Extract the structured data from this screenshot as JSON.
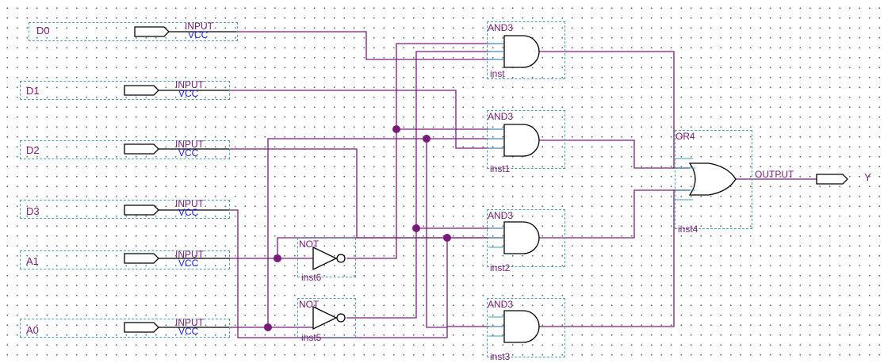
{
  "input_pins": [
    {
      "name": "D0",
      "type": "INPUT",
      "default": "VCC"
    },
    {
      "name": "D1",
      "type": "INPUT",
      "default": "VCC"
    },
    {
      "name": "D2",
      "type": "INPUT",
      "default": "VCC"
    },
    {
      "name": "D3",
      "type": "INPUT",
      "default": "VCC"
    },
    {
      "name": "A1",
      "type": "INPUT",
      "default": "VCC"
    },
    {
      "name": "A0",
      "type": "INPUT",
      "default": "VCC"
    }
  ],
  "and_gates": [
    {
      "type": "AND3",
      "inst": "inst"
    },
    {
      "type": "AND3",
      "inst": "inst1"
    },
    {
      "type": "AND3",
      "inst": "inst2"
    },
    {
      "type": "AND3",
      "inst": "inst3"
    }
  ],
  "not_gates": [
    {
      "type": "NOT",
      "inst": "inst6"
    },
    {
      "type": "NOT",
      "inst": "inst5"
    }
  ],
  "or_gate": {
    "type": "OR4",
    "inst": "inst4"
  },
  "output_pin": {
    "type": "OUTPUT",
    "name": "Y"
  },
  "colors": {
    "wire": "#7a1a7a",
    "pin_label": "#1a1ae6",
    "box_border": "#4aa3b5",
    "pin_stub": "#3aa0c0"
  }
}
